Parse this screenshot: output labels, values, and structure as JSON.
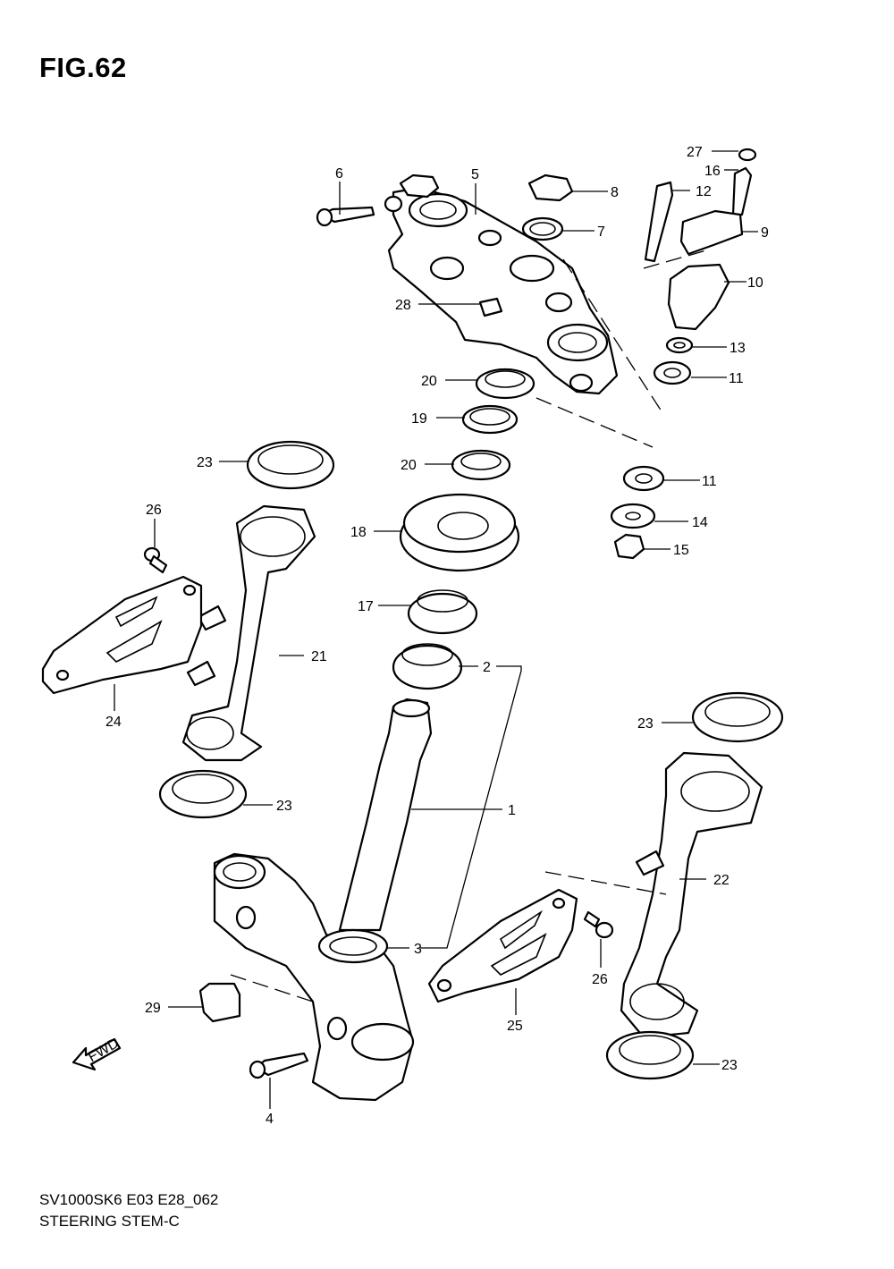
{
  "figure": {
    "title": "FIG.62",
    "model_code": "SV1000SK6 E03 E28_062",
    "name": "STEERING STEM-C"
  },
  "fwd_arrow": {
    "label": "FWD"
  },
  "callouts": [
    {
      "label": "1"
    },
    {
      "label": "2"
    },
    {
      "label": "3"
    },
    {
      "label": "4"
    },
    {
      "label": "5"
    },
    {
      "label": "6"
    },
    {
      "label": "7"
    },
    {
      "label": "8"
    },
    {
      "label": "9"
    },
    {
      "label": "10"
    },
    {
      "label": "11"
    },
    {
      "label": "11"
    },
    {
      "label": "12"
    },
    {
      "label": "13"
    },
    {
      "label": "14"
    },
    {
      "label": "15"
    },
    {
      "label": "16"
    },
    {
      "label": "17"
    },
    {
      "label": "18"
    },
    {
      "label": "19"
    },
    {
      "label": "20"
    },
    {
      "label": "20"
    },
    {
      "label": "21"
    },
    {
      "label": "22"
    },
    {
      "label": "23"
    },
    {
      "label": "23"
    },
    {
      "label": "23"
    },
    {
      "label": "23"
    },
    {
      "label": "24"
    },
    {
      "label": "25"
    },
    {
      "label": "26"
    },
    {
      "label": "26"
    },
    {
      "label": "27"
    },
    {
      "label": "28"
    },
    {
      "label": "29"
    }
  ]
}
